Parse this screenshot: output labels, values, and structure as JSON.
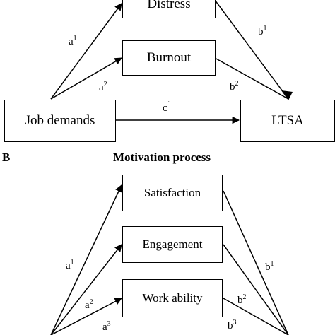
{
  "panel_b": {
    "letter": "B",
    "title": "Motivation process"
  },
  "top_diagram": {
    "mediators": [
      "Distress",
      "Burnout"
    ],
    "predictor": "Job demands",
    "outcome": "LTSA",
    "paths": {
      "a1": {
        "base": "a",
        "sup": "1"
      },
      "a2": {
        "base": "a",
        "sup": "2"
      },
      "b1": {
        "base": "b",
        "sup": "1"
      },
      "b2": {
        "base": "b",
        "sup": "2"
      },
      "c": {
        "base": "c",
        "sup": "´"
      }
    }
  },
  "bottom_diagram": {
    "mediators": [
      "Satisfaction",
      "Engagement",
      "Work ability"
    ],
    "paths": {
      "a1": {
        "base": "a",
        "sup": "1"
      },
      "a2": {
        "base": "a",
        "sup": "2"
      },
      "a3": {
        "base": "a",
        "sup": "3"
      },
      "b1": {
        "base": "b",
        "sup": "1"
      },
      "b2": {
        "base": "b",
        "sup": "2"
      },
      "b3": {
        "base": "b",
        "sup": "3"
      }
    }
  }
}
